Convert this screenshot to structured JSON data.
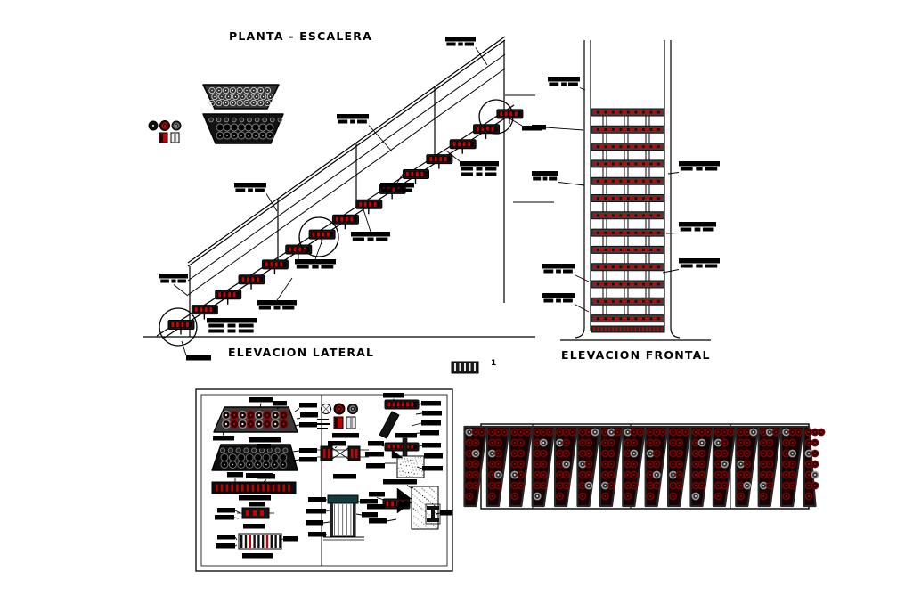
{
  "drawing": {
    "plan_title": "PLANTA - ESCALERA",
    "lateral_title": "ELEVACION LATERAL",
    "frontal_title": "ELEVACION FRONTAL",
    "sheet_note": "1"
  },
  "colors": {
    "ink": "#000000",
    "red": "#d40000",
    "dark_red": "#7d0000",
    "tread_fill": "#181818",
    "bar_fill": "#3f3f3f",
    "steel_dark": "#141414",
    "teal_accent": "#123c3c",
    "gray_ring": "#9d9d9d",
    "concrete": "#ffffff"
  },
  "counts": {
    "lateral_treads": 15,
    "frontal_treads": 13,
    "strip_treads": 16,
    "handrail_posts": 5,
    "detail_callout_circles": 3,
    "frontal_connector_columns": 3,
    "strip_dividers": 3
  }
}
